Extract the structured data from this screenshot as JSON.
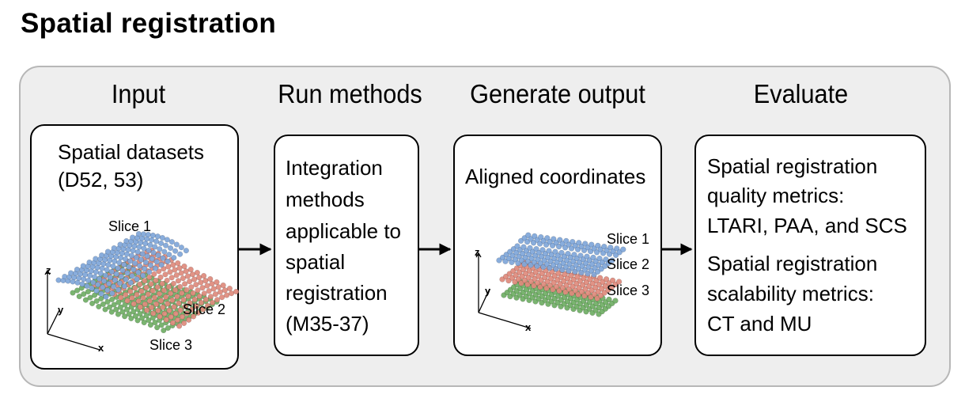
{
  "title": "Spatial registration",
  "steps": [
    {
      "heading": "Input",
      "lines": [
        "Spatial datasets",
        "(D52, 53)"
      ]
    },
    {
      "heading": "Run methods",
      "lines": [
        "Integration",
        "methods",
        "applicable to",
        "spatial",
        "registration",
        "(M35-37)"
      ]
    },
    {
      "heading": "Generate output",
      "lines": [
        "Aligned coordinates"
      ]
    },
    {
      "heading": "Evaluate",
      "lines": [
        "Spatial registration",
        "quality metrics:",
        "LTARI, PAA, and SCS",
        "Spatial registration",
        "scalability metrics:",
        "CT and MU"
      ]
    }
  ],
  "input_plot": {
    "slices": [
      "Slice 1",
      "Slice 2",
      "Slice 3"
    ],
    "axes": [
      "z",
      "y",
      "x"
    ]
  },
  "output_plot": {
    "slices": [
      "Slice 1",
      "Slice 2",
      "Slice 3"
    ],
    "axes": [
      "z",
      "y",
      "x"
    ]
  },
  "colors": {
    "slice1": "#7fa6d9",
    "slice2": "#de8a7c",
    "slice3": "#6fae64",
    "panel": "#eeeeee",
    "panel_border": "#b7b7b7"
  }
}
